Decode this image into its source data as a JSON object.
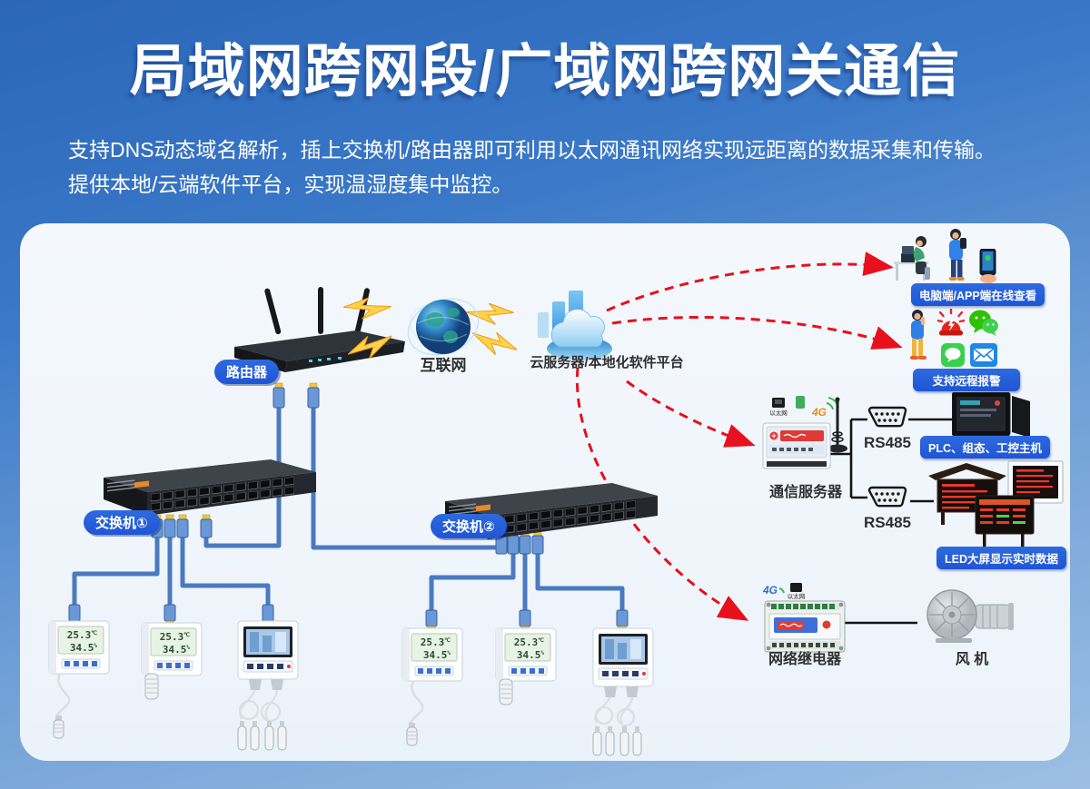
{
  "header": {
    "title": "局域网跨网段/广域网跨网关通信",
    "subtitle_lines": [
      "支持DNS动态域名解析，插上交换机/路由器即可利用以太网通讯网络实现远距离的数据采集和传输。",
      "提供本地/云端软件平台，实现温湿度集中监控。"
    ]
  },
  "colors": {
    "label_pill": "#1f55d6",
    "red_arrow": "#e8101c",
    "cable": "#4a7abf",
    "line": "#141414"
  },
  "diagram": {
    "router_label": "路由器",
    "internet_label": "互联网",
    "cloud_label": "云服务器/本地化软件平台",
    "pc_view_label": "电脑端/APP端在线查看",
    "alarm_label": "支持远程报警",
    "comm_server_label": "通信服务器",
    "comm_server_4g": "4G",
    "eth_caption": "以太网",
    "rs485_top_label": "RS485",
    "rs485_bottom_label": "RS485",
    "plc_label": "PLC、组态、工控主机",
    "led_label": "LED大屏显示实时数据",
    "relay_label": "网络继电器",
    "relay_4g": "4G",
    "fan_label": "风 机",
    "switch1_label": "交换机①",
    "switch2_label": "交换机②",
    "sensor_display": {
      "temperature": "25.3",
      "temp_unit": "℃",
      "humidity": "34.5",
      "hum_unit": "%"
    }
  }
}
